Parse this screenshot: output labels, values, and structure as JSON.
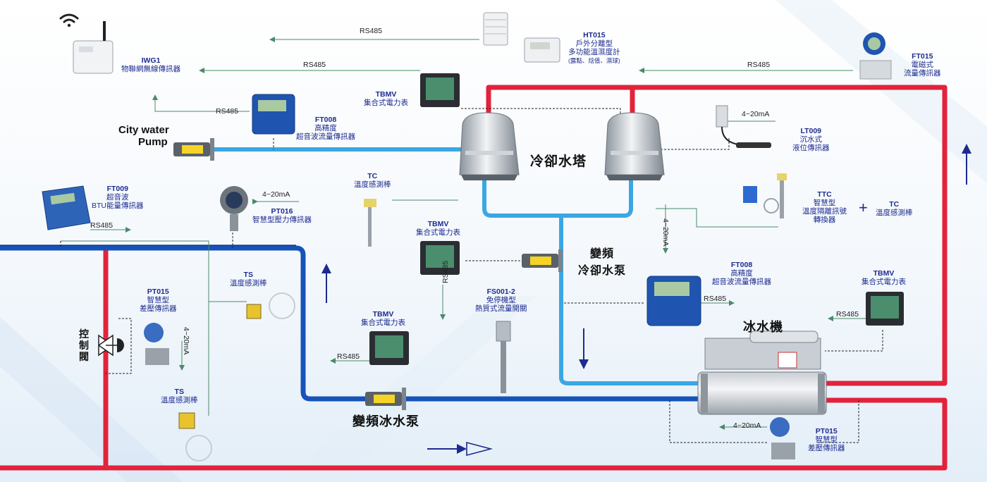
{
  "devices": {
    "iwg1": {
      "code": "IWG1",
      "name": "物聯網無線傳訊器"
    },
    "ht015": {
      "code": "HT015",
      "line1": "戶外分離型",
      "line2": "多功能溫濕度計",
      "line3": "(露點、焓值、濕球)"
    },
    "ft015_top": {
      "code": "FT015",
      "line1": "電磁式",
      "line2": "流量傳訊器"
    },
    "tbmv_top": {
      "code": "TBMV",
      "name": "集合式電力表"
    },
    "ft008_top": {
      "code": "FT008",
      "line1": "高精度",
      "line2": "超音波流量傳訊器"
    },
    "lt009": {
      "code": "LT009",
      "line1": "沉水式",
      "line2": "液位傳訊器"
    },
    "tc_mid": {
      "code": "TC",
      "name": "溫度感測棒"
    },
    "ttc": {
      "code": "TTC",
      "line1": "智慧型",
      "line2": "溫度隔離訊號",
      "line3": "轉換器"
    },
    "tc_right": {
      "code": "TC",
      "name": "溫度感測棒"
    },
    "ft009": {
      "code": "FT009",
      "line1": "超音波",
      "line2": "BTU能量傳訊器"
    },
    "pt016": {
      "code": "PT016",
      "name": "智慧型壓力傳訊器"
    },
    "tbmv_mid": {
      "code": "TBMV",
      "name": "集合式電力表"
    },
    "ts_mid": {
      "code": "TS",
      "name": "溫度感測棒"
    },
    "pt015_left": {
      "code": "PT015",
      "line1": "智慧型",
      "line2": "差壓傳訊器"
    },
    "fs001": {
      "code": "FS001-2",
      "line1": "免停機型",
      "line2": "熱質式流量開關"
    },
    "ft008_mid": {
      "code": "FT008",
      "line1": "高精度",
      "line2": "超音波流量傳訊器"
    },
    "tbmv_right": {
      "code": "TBMV",
      "name": "集合式電力表"
    },
    "tbmv_low": {
      "code": "TBMV",
      "name": "集合式電力表"
    },
    "ts_low": {
      "code": "TS",
      "name": "溫度感測棒"
    },
    "pt015_right": {
      "code": "PT015",
      "line1": "智慧型",
      "line2": "差壓傳訊器"
    }
  },
  "equipment": {
    "cooling_tower": "冷卻水塔",
    "city_pump_1": "City water",
    "city_pump_2": "Pump",
    "cooling_pump_1": "變頻",
    "cooling_pump_2": "冷卻水泵",
    "chiller": "冰水機",
    "chilled_pump": "變頻冰水泵",
    "control_valve": "控制閥"
  },
  "signals": {
    "rs485": "RS485",
    "ma": "4~20mA",
    "plus": "+"
  },
  "colors": {
    "hot_pipe": "#e2233b",
    "chilled_pipe": "#1653b8",
    "cooling_pipe": "#3aa7e4",
    "label": "#1d2b8f",
    "arrow": "#1d2b8f",
    "signal_line": "#4a8a6a"
  }
}
